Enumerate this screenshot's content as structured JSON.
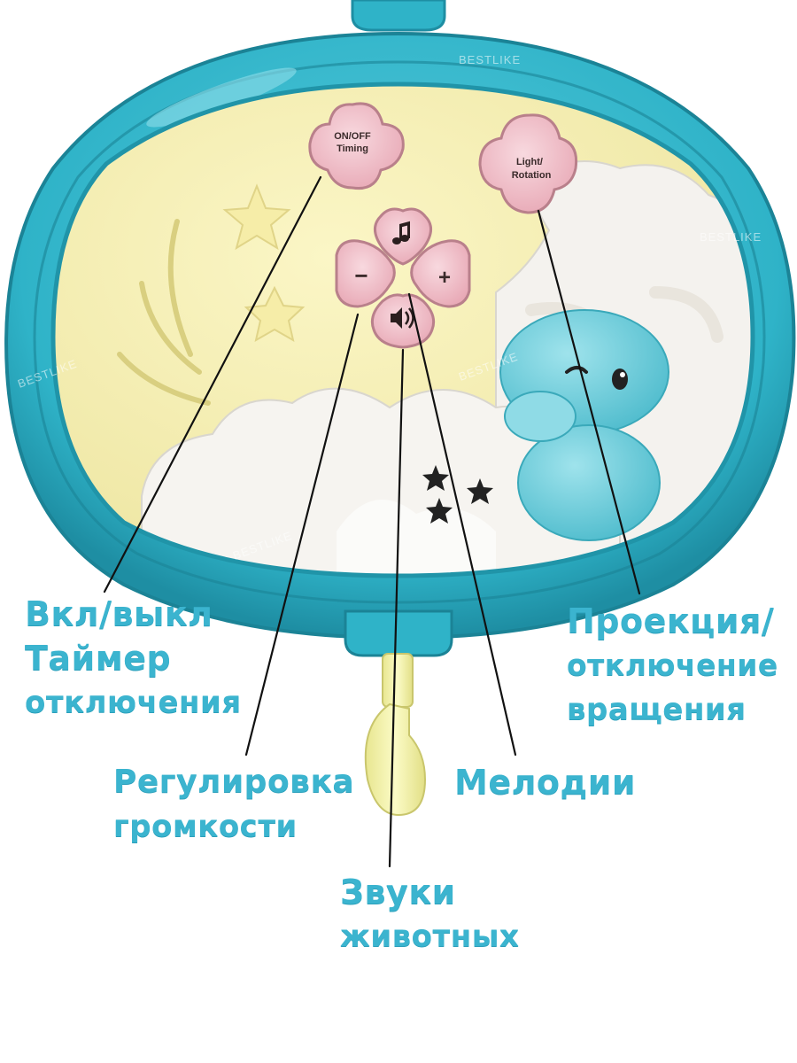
{
  "watermark": "BESTLIKE",
  "buttons": {
    "on_off_line1": "ON/OFF",
    "on_off_line2": "Timing",
    "light_line1": "Light/",
    "light_line2": "Rotation",
    "volume_down": "−",
    "volume_up": "+"
  },
  "icons": {
    "melody": "music-note-icon",
    "sound": "speaker-icon"
  },
  "labels": {
    "power": [
      "Вкл/выкл",
      "Таймер",
      "отключения"
    ],
    "volume": [
      "Регулировка",
      "громкости"
    ],
    "melodies": [
      "Мелодии"
    ],
    "projection": [
      "Проекция/",
      "отключение",
      "вращения"
    ],
    "animals": [
      "Звуки",
      "животных"
    ]
  },
  "colors": {
    "accent_label": "#3bb4cf",
    "shell": "#2fb3c8",
    "shell_dark": "#1e8ea3",
    "panel_yellow": "#f5efb2",
    "cloud_white": "#f4f2ee",
    "button_pink": "#f2c6cf",
    "hook_yellow": "#f1f0a4"
  }
}
